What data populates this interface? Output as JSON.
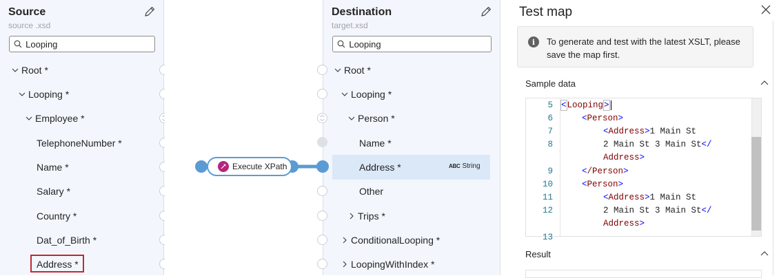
{
  "source": {
    "title": "Source",
    "file": "source .xsd",
    "search_value": "Looping",
    "nodes": [
      "Root *",
      "Looping *",
      "Employee *",
      "TelephoneNumber *",
      "Name *",
      "Salary *",
      "Country *",
      "Dat_of_Birth *",
      "Address *"
    ]
  },
  "destination": {
    "title": "Destination",
    "file": "target.xsd",
    "search_value": "Looping",
    "nodes": [
      "Root *",
      "Looping *",
      "Person *",
      "Name *",
      "Address *",
      "Other",
      "Trips *",
      "ConditionalLooping *",
      "LoopingWithIndex *"
    ],
    "selected_type_prefix": "ABC",
    "selected_type": "String"
  },
  "function_node": {
    "label": "Execute XPath"
  },
  "test_map": {
    "title": "Test map",
    "info": "To generate and test with the latest XSLT, please save the map first.",
    "sample_label": "Sample data",
    "result_label": "Result",
    "line_numbers": [
      "5",
      "6",
      "7",
      "8",
      "",
      "9",
      "10",
      "11",
      "12",
      "",
      "13"
    ],
    "code_lines": {
      "l1_tag": "Looping",
      "l2_tag": "Person",
      "l3_tag": "Address",
      "l3_text": "1 Main St",
      "l4_text": "2 Main St 3 Main St",
      "l5_tag": "Address",
      "l6_tag": "/Person",
      "l7_tag": "Person",
      "l8_tag": "Address",
      "l8_text": "1 Main St",
      "l9_text": "2 Main St 3 Main St",
      "l10_tag": "Address"
    }
  },
  "colors": {
    "accent": "#5b9bd5",
    "highlight": "#c4262e",
    "function_icon": "#b4267a",
    "selected_row": "#dbe8f8"
  }
}
